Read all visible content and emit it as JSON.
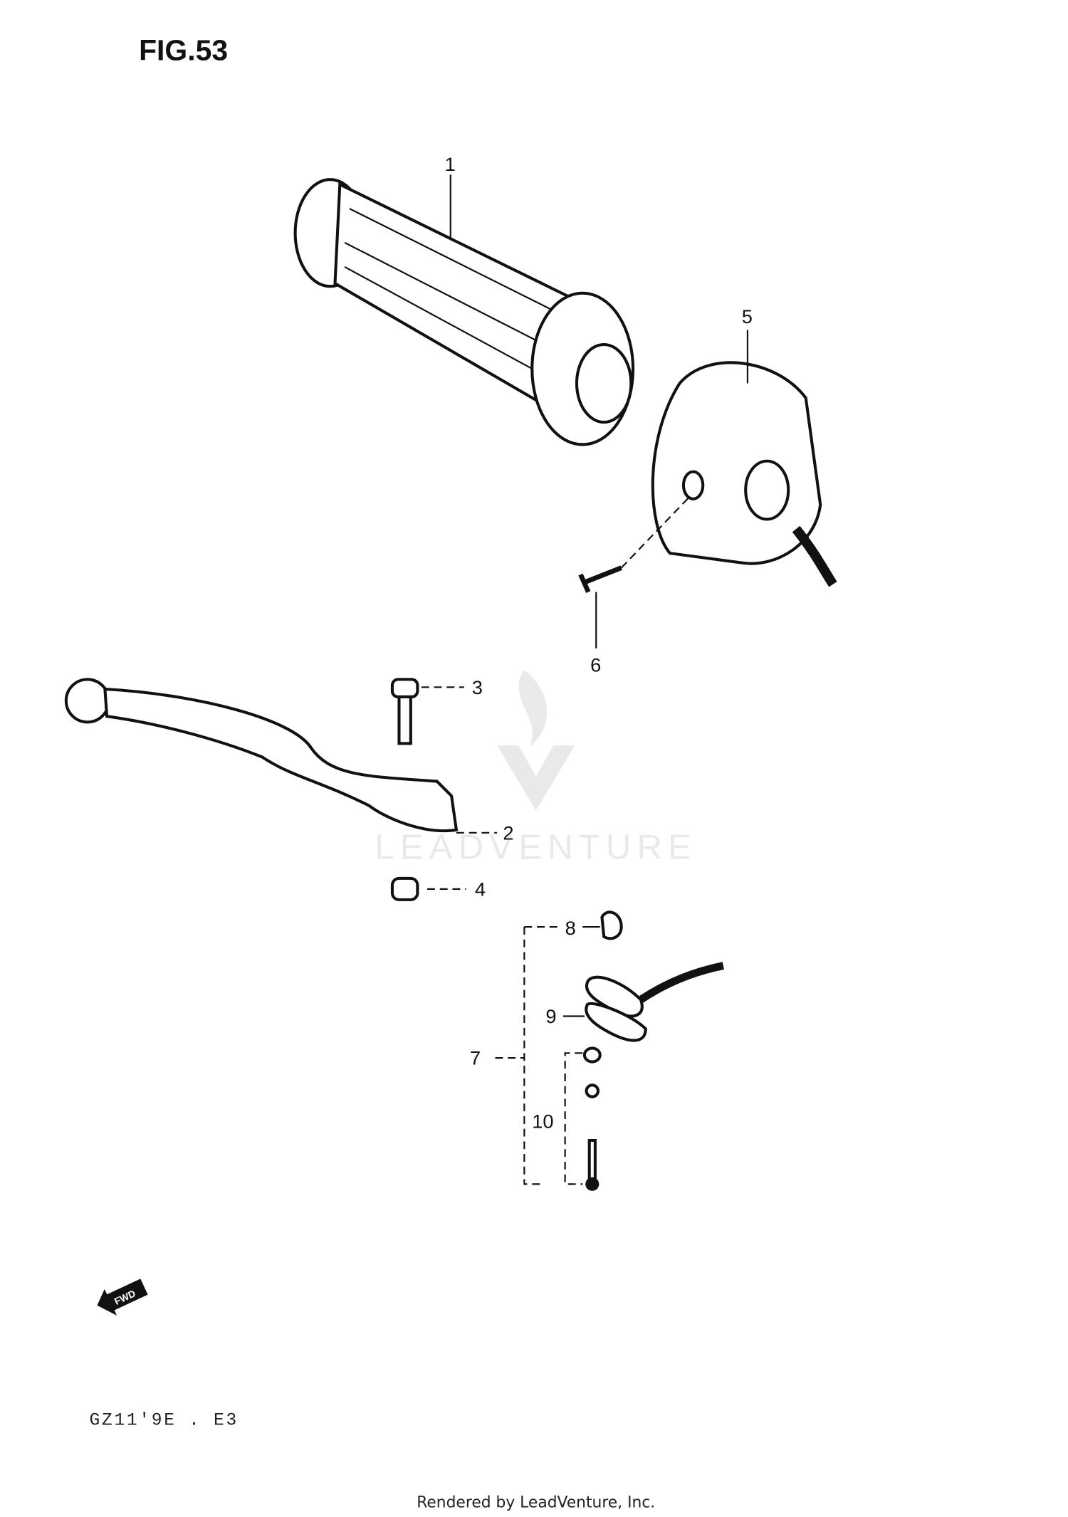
{
  "figure": {
    "title": "FIG.53"
  },
  "callouts": [
    {
      "id": "1",
      "label": "1"
    },
    {
      "id": "2",
      "label": "2"
    },
    {
      "id": "3",
      "label": "3"
    },
    {
      "id": "4",
      "label": "4"
    },
    {
      "id": "5",
      "label": "5"
    },
    {
      "id": "6",
      "label": "6"
    },
    {
      "id": "7",
      "label": "7"
    },
    {
      "id": "8",
      "label": "8"
    },
    {
      "id": "9",
      "label": "9"
    },
    {
      "id": "10",
      "label": "10"
    }
  ],
  "direction_arrow": {
    "label": "FWD"
  },
  "drawing_code": "GZ11'9E . E3",
  "watermark": {
    "text": "LEADVENTURE"
  },
  "footer": {
    "text": "Rendered by LeadVenture, Inc."
  }
}
